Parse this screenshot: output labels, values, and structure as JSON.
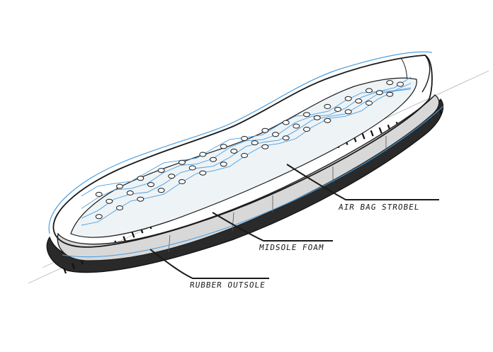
{
  "diagram": {
    "labels": {
      "air_bag_strobel": "AIR BAG STROBEL",
      "midsole_foam": "MIDSOLE FOAM",
      "rubber_outsole": "RUBBER OUTSOLE"
    },
    "colors": {
      "ink": "#1a1a1a",
      "accent_blue": "#4a9fe0",
      "midsole_gray": "#d8d8d8",
      "airbag_fill": "#eef3f6"
    }
  }
}
